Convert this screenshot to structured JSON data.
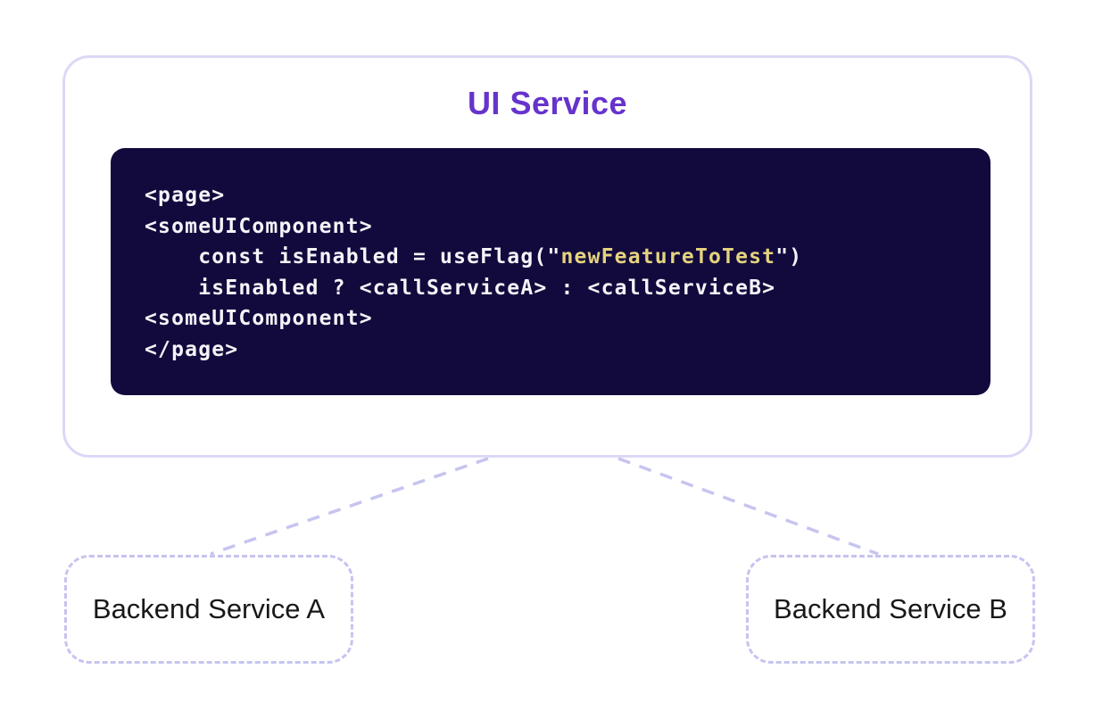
{
  "ui_service": {
    "title": "UI Service"
  },
  "code_block": {
    "lines": [
      [
        {
          "text": "<page>",
          "style": "plain"
        }
      ],
      [
        {
          "text": "<someUIComponent>",
          "style": "plain"
        }
      ],
      [
        {
          "text": "    const isEnabled = useFlag(\"",
          "style": "plain"
        },
        {
          "text": "newFeatureToTest",
          "style": "string"
        },
        {
          "text": "\")",
          "style": "plain"
        }
      ],
      [
        {
          "text": "    isEnabled ? <callServiceA> : <callServiceB>",
          "style": "plain"
        }
      ],
      [
        {
          "text": "<someUIComponent>",
          "style": "plain"
        }
      ],
      [
        {
          "text": "</page>",
          "style": "plain"
        }
      ]
    ]
  },
  "backend_services": [
    {
      "label": "Backend Service A"
    },
    {
      "label": "Backend Service B"
    }
  ],
  "colors": {
    "title": "#6633cc",
    "box_border": "#ddd8f6",
    "connector": "#c6c4f0",
    "code_background": "#120a3d",
    "code_text": "#f4f4f8",
    "code_string": "#e5d37e",
    "backend_text": "#18181b",
    "page_background": "#ffffff"
  }
}
